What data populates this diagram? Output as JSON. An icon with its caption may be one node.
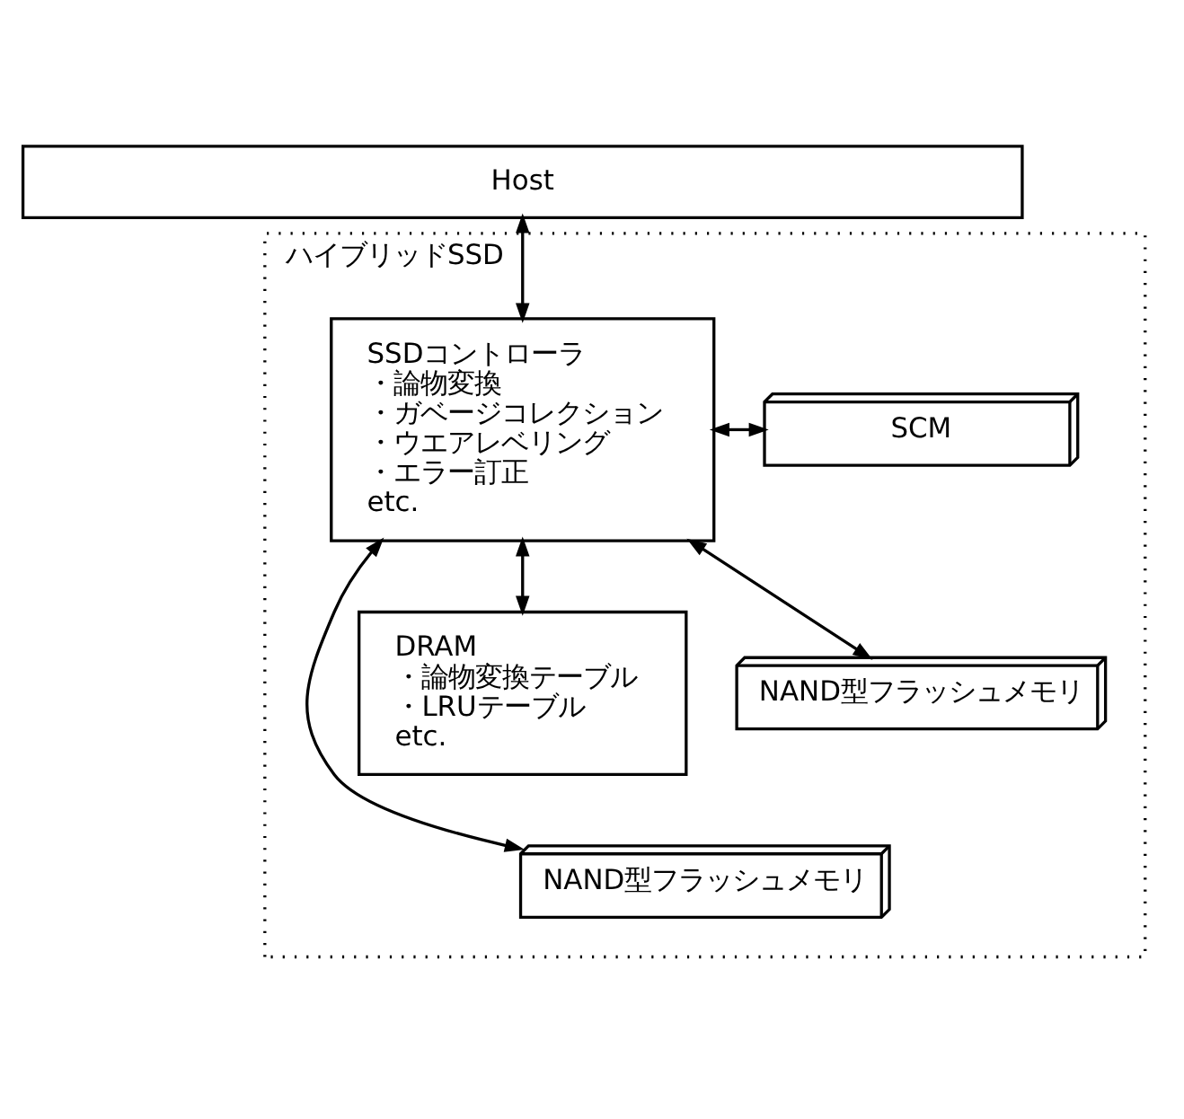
{
  "diagram": {
    "nodes": [
      {
        "text": [
          "Host"
        ]
      },
      {
        "text": [
          "ハイブリッドSSD"
        ]
      },
      {
        "text": [
          "SSDコントローラ",
          "・論物変換",
          "・ガベージコレクション",
          "・ウエアレベリング",
          "・エラー訂正",
          "etc."
        ],
        "in": 1
      },
      {
        "text": [
          "SCM"
        ],
        "in": 1
      },
      {
        "text": [
          "NAND型フラッシュメモリ"
        ],
        "in": 1
      },
      {
        "text": [
          "NAND型フラッシュメモリ"
        ],
        "in": 1
      },
      {
        "text": [
          "DRAM",
          "・論物変換テーブル",
          "・LRUテーブル",
          "etc."
        ],
        "in": 1
      }
    ],
    "edges": [
      {
        "from": 0,
        "to": 2,
        "arrow": "both"
      },
      {
        "from": 2,
        "to": 3,
        "arrow": "both"
      },
      {
        "from": 2,
        "to": 4,
        "arrow": "both"
      },
      {
        "from": 2,
        "to": 5,
        "arrow": "both"
      },
      {
        "from": 2,
        "to": 6,
        "arrow": "both"
      }
    ]
  }
}
